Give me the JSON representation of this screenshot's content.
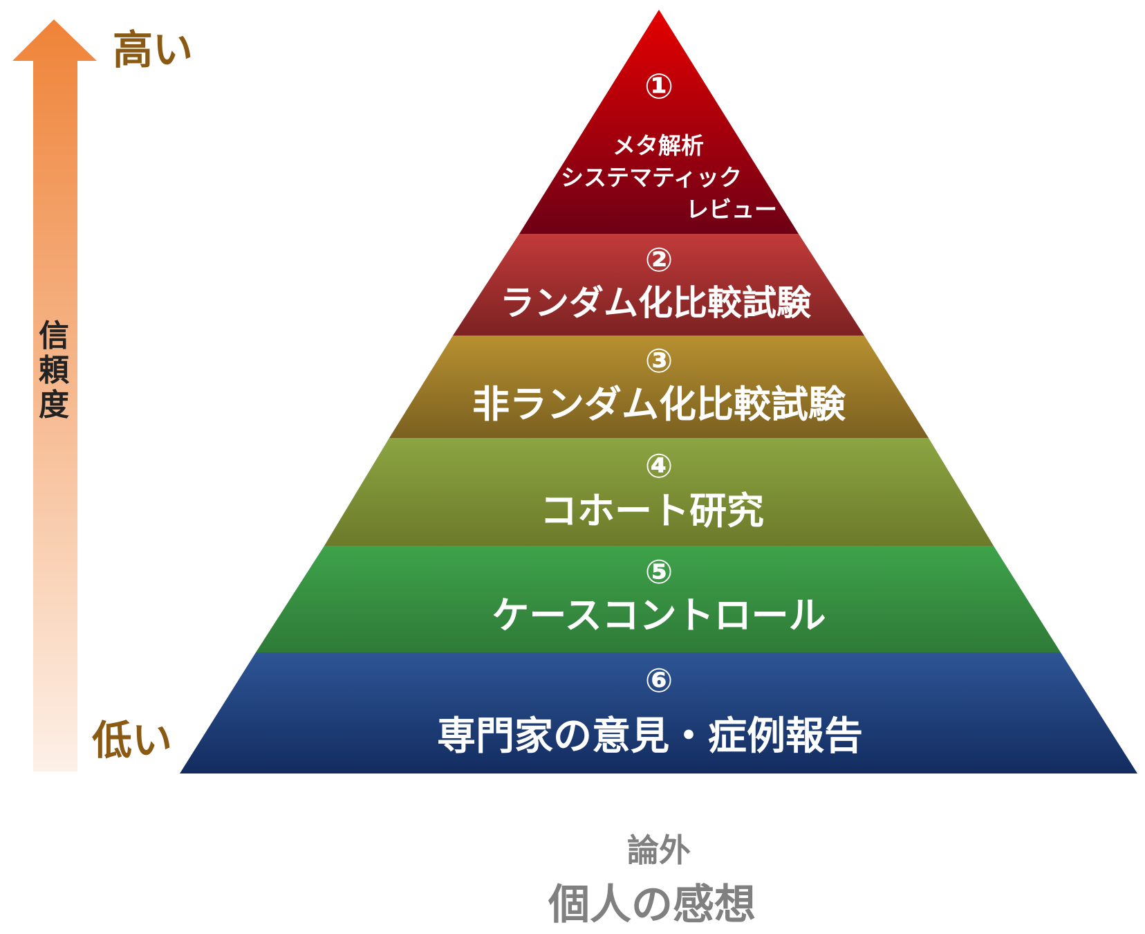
{
  "axis": {
    "high_label": "高い",
    "low_label": "低い",
    "title": "信頼度",
    "arrow_color": "#ef8338"
  },
  "levels": [
    {
      "number": "①",
      "lines": [
        "メタ解析",
        "システマティック",
        "レビュー"
      ],
      "color_top": "#e50000",
      "color_bottom": "#6e0016"
    },
    {
      "number": "②",
      "lines": [
        "ランダム化比較試験"
      ],
      "color_top": "#c23a3a",
      "color_bottom": "#7c2222"
    },
    {
      "number": "③",
      "lines": [
        "非ランダム化比較試験"
      ],
      "color_top": "#b89030",
      "color_bottom": "#7a6020"
    },
    {
      "number": "④",
      "lines": [
        "コホート研究"
      ],
      "color_top": "#8ca542",
      "color_bottom": "#6c7a2a"
    },
    {
      "number": "⑤",
      "lines": [
        "ケースコントロール"
      ],
      "color_top": "#3ea34a",
      "color_bottom": "#2f7a38"
    },
    {
      "number": "⑥",
      "lines": [
        "専門家の意見・症例報告"
      ],
      "color_top": "#2e5595",
      "color_bottom": "#132c60"
    }
  ],
  "outside": {
    "label": "論外",
    "text": "個人の感想"
  }
}
